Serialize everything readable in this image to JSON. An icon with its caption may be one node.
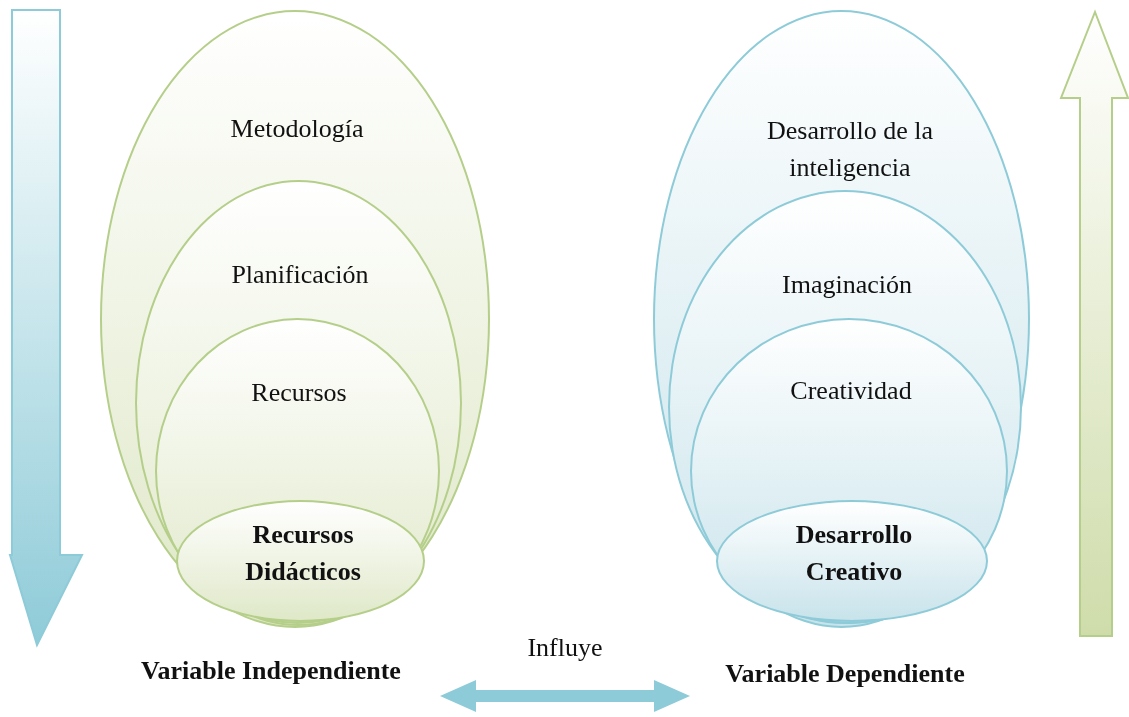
{
  "diagram": {
    "nodes": [
      {
        "text": [
          "Metodología"
        ]
      },
      {
        "text": [
          "Planificación"
        ],
        "in": 0
      },
      {
        "text": [
          "Recursos"
        ],
        "in": 1
      },
      {
        "text": [
          "Recursos Didácticos"
        ],
        "in": 2
      },
      {
        "text": [
          "Desarrollo de la inteligencia"
        ]
      },
      {
        "text": [
          "Imaginación"
        ],
        "in": 4
      },
      {
        "text": [
          "Creatividad"
        ],
        "in": 5
      },
      {
        "text": [
          "Desarrollo Creativo"
        ],
        "in": 6
      },
      {
        "text": [
          "Variable Independiente"
        ]
      },
      {
        "text": [
          "Variable Dependiente"
        ]
      }
    ],
    "edges": [
      {
        "from": 8,
        "to": 9,
        "arrow": "both",
        "label": "Influye"
      }
    ]
  }
}
